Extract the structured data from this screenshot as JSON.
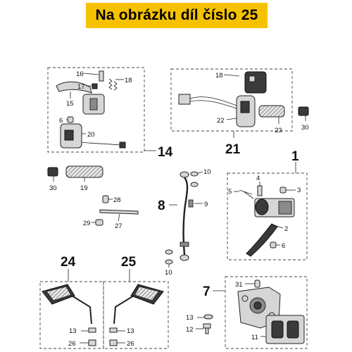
{
  "banner": {
    "text": "Na obrázku díl číslo 25",
    "color": "#f6c200"
  },
  "groups": {
    "g14": "14",
    "g21": "21",
    "g1": "1",
    "g8": "8",
    "g24": "24",
    "g25": "25",
    "g7": "7"
  },
  "callouts": {
    "c16": "16",
    "c18a": "18",
    "c17": "17",
    "c15": "15",
    "c6a": "6",
    "c20": "20",
    "c18b": "18",
    "c22": "22",
    "c23": "23",
    "c30a": "30",
    "c30b": "30",
    "c19": "19",
    "c28": "28",
    "c29": "29",
    "c27": "27",
    "c10a": "10",
    "c9": "9",
    "c10b": "10",
    "c5": "5",
    "c4": "4",
    "c3": "3",
    "c2": "2",
    "c6b": "6",
    "c13a": "13",
    "c26a": "26",
    "c13b": "13",
    "c26b": "26",
    "c31": "31",
    "c13c": "13",
    "c12": "12",
    "c11": "11"
  }
}
